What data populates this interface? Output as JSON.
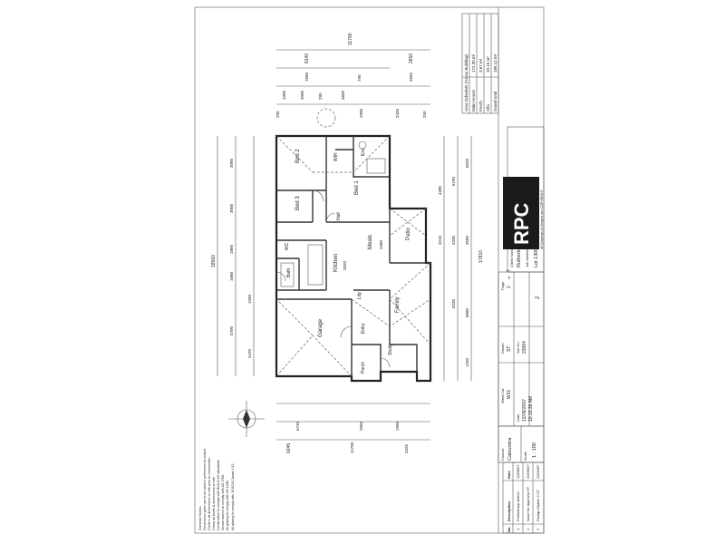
{
  "title_block": {
    "company_logo": "RPC",
    "company_tagline": "All Drawings & Designs are COPYRIGHT",
    "client_name_label": "Client Name",
    "client_name": "Rutherberg Farms Pty Ltd",
    "job_address_label": "Job Address",
    "job_address": "Lot 1300 Rawson St, Bellvista",
    "council_label": "Council",
    "council": "Caloundra",
    "wind_cat_label": "Wind Cat",
    "wind_cat": "W31",
    "scale_label": "Scale",
    "scale": "1 : 100",
    "date_label": "Date",
    "date": "12/09/2007",
    "time": "10:19:36 AM",
    "drawn_label": "Drawn",
    "drawn": "ST",
    "job_no_label": "Job No.",
    "job_no": "23964",
    "page_label": "Page",
    "page": "2",
    "page_of": "of",
    "page_total": "7",
    "rev_no": "2"
  },
  "revisions": {
    "headers": [
      "No.",
      "Description",
      "Date"
    ],
    "rows": [
      {
        "no": "1",
        "description": "Preliminary sketch",
        "date": "10/08/07"
      },
      {
        "no": "1",
        "description": "Issue for approval-ST",
        "date": "10/09/07"
      },
      {
        "no": "2",
        "description": "Design Option 2-ST",
        "date": "11/09/07"
      }
    ]
  },
  "area_schedule": {
    "title": "Area Schedule (Gross Building)",
    "rows": [
      {
        "label": "Main House",
        "value": "172.30 m²"
      },
      {
        "label": "Porch",
        "value": "3.67 m²"
      },
      {
        "label": "Alfa",
        "value": "10.15 m²"
      },
      {
        "label": "Grand total",
        "value": "186.12 m²"
      }
    ]
  },
  "rooms": {
    "bed1": "Bed 1",
    "bed2": "Bed 2",
    "bed3": "Bed 3",
    "wir": "WIR",
    "ens": "Ens",
    "hall": "Hall",
    "meals": "Meals",
    "patio": "Patio",
    "kitchen": "Kitchen",
    "family": "Family",
    "garage": "Garage",
    "study": "Study",
    "porch": "Porch",
    "bath": "Bath",
    "wc": "WC",
    "ldy": "Ldy",
    "entry": "Entry"
  },
  "dimensions": {
    "top_overall": "11790",
    "top_a": "8140",
    "top_b": "2650",
    "top_row_1": [
      "1000",
      "3000",
      "280",
      "3600"
    ],
    "top_row_2": [
      "790",
      "7680",
      "2650"
    ],
    "top_row_3": [
      "250",
      "2900",
      "2420",
      "250"
    ],
    "left_overall": "18560",
    "left_row": [
      "3090",
      "3000",
      "1860",
      "1660",
      "1560",
      "5700",
      "2470"
    ],
    "right_overall": "17810",
    "right_row": [
      "6020",
      "5790",
      "4380",
      "3330",
      "3210",
      "3580",
      "6230",
      "8680",
      "1340"
    ],
    "bottom_overall": "6245",
    "bottom_row_1": [
      "6745",
      "2965",
      "1990"
    ],
    "bottom_row_2": [
      "3425",
      "11790"
    ],
    "meals_width": "3480",
    "kitchen_width": "2020"
  },
  "notes": {
    "general": [
      "General Notes:",
      "Dimensions given are to be used in preference to scaled",
      "Confirm all dimensions on site prior to construction",
      "Check all levels & dimensions on site",
      "Construction to comply with BCA & AS standards",
      "Smoke alarms to comply with AS 3786",
      "All glazing to comply with AS 1288"
    ],
    "energy": "All glazing to comply with 10 BCA Clause 3.12"
  },
  "colors": {
    "line": "#333333",
    "paper": "#ffffff"
  },
  "icons": {
    "north_point": "compass-north-icon"
  }
}
